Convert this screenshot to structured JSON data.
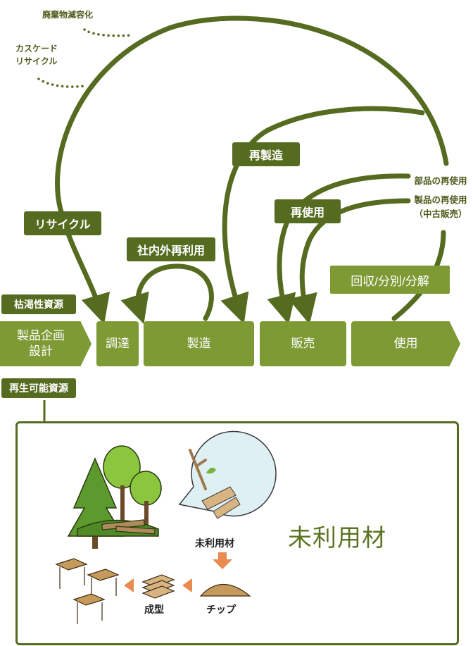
{
  "notes": {
    "waste_reduction": "廃棄物減容化",
    "cascade_line1": "カスケード",
    "cascade_line2": "リサイクル"
  },
  "loops": {
    "recycle": "リサイクル",
    "internal_reuse": "社内外再利用",
    "remanufacture": "再製造",
    "reuse": "再使用"
  },
  "annotations": {
    "parts_reuse": "部品の再使用",
    "product_reuse_line1": "製品の再使用",
    "product_reuse_line2": "（中古販売）"
  },
  "collect_label": "回収/分別/分解",
  "resources": {
    "exhaustible": "枯渇性資源",
    "renewable": "再生可能資源"
  },
  "stages": {
    "planning_line1": "製品企画",
    "planning_line2": "設計",
    "procurement": "調達",
    "manufacturing": "製造",
    "sales": "販売",
    "use": "使用"
  },
  "bottom": {
    "title": "未利用材",
    "unused_wood": "未利用材",
    "chip": "チップ",
    "molding": "成型"
  },
  "colors": {
    "dark_green": "#556b1f",
    "light_green": "#7d9a34",
    "orange_arrow": "#e98a4f"
  }
}
